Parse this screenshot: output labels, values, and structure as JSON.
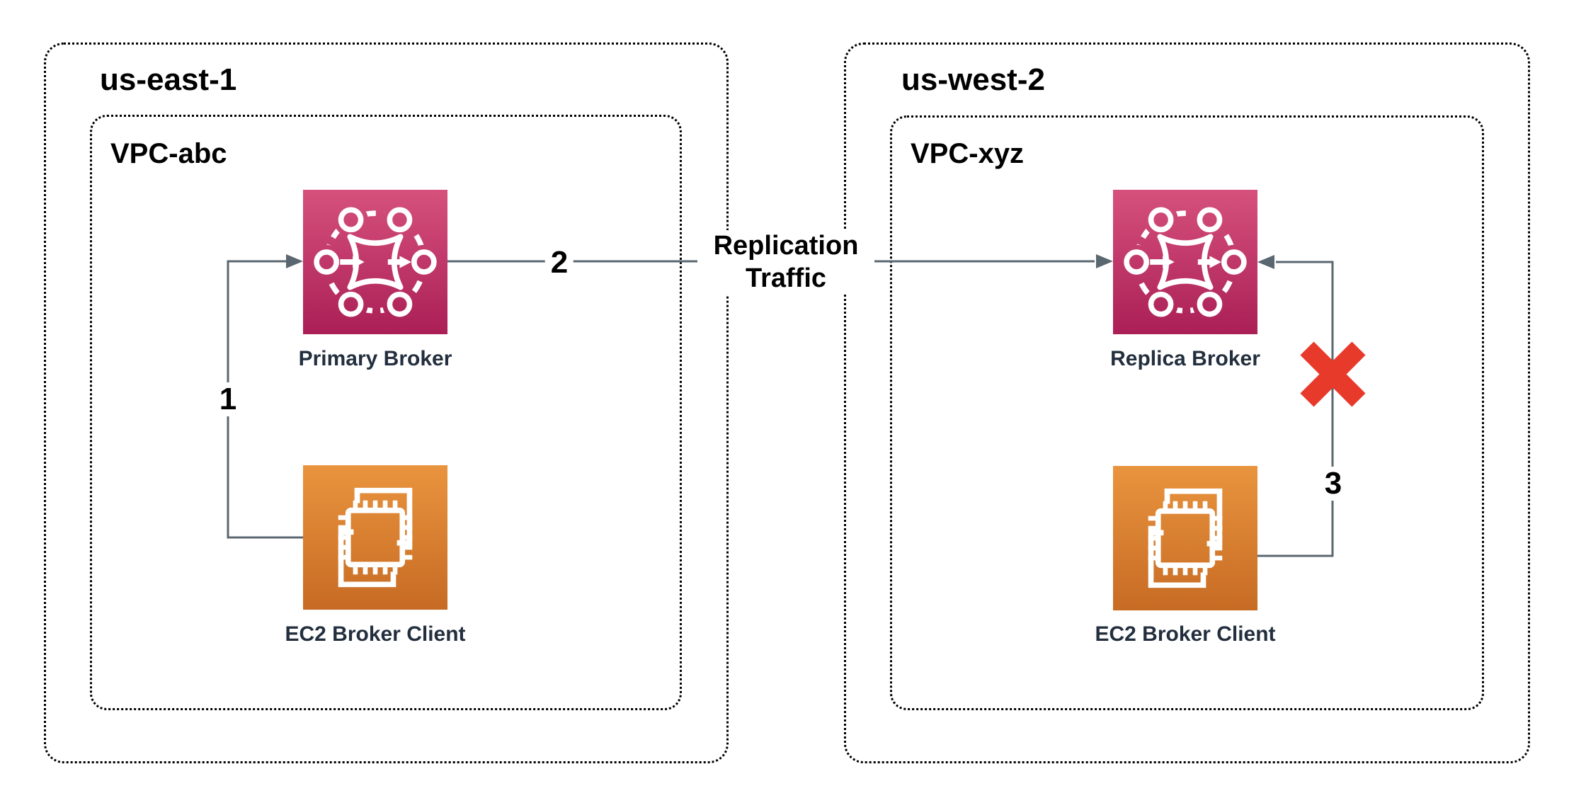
{
  "diagram": {
    "regions": [
      {
        "name": "us-east-1",
        "vpc_name": "VPC-abc"
      },
      {
        "name": "us-west-2",
        "vpc_name": "VPC-xyz"
      }
    ],
    "nodes": [
      {
        "id": "primary-broker",
        "label": "Primary Broker",
        "icon": "amazon-mq-broker-icon"
      },
      {
        "id": "ec2-client-east",
        "label": "EC2 Broker Client",
        "icon": "ec2-instance-icon"
      },
      {
        "id": "replica-broker",
        "label": "Replica Broker",
        "icon": "amazon-mq-broker-icon"
      },
      {
        "id": "ec2-client-west",
        "label": "EC2 Broker Client",
        "icon": "ec2-instance-icon"
      }
    ],
    "connections": [
      {
        "step": "1",
        "from": "ec2-client-east",
        "to": "primary-broker",
        "status": "allowed"
      },
      {
        "step": "2",
        "from": "primary-broker",
        "to": "replica-broker",
        "label": "Replication Traffic",
        "status": "allowed"
      },
      {
        "step": "3",
        "from": "ec2-client-west",
        "to": "replica-broker",
        "status": "blocked",
        "blocked_marker": "red-x-icon"
      }
    ],
    "colors": {
      "broker_gradient_top": "#d6517c",
      "broker_gradient_bottom": "#aa1f56",
      "ec2_gradient_top": "#e9943e",
      "ec2_gradient_bottom": "#c76b24",
      "wire": "#5b6770",
      "blocked_x": "#e83a2b",
      "node_label_text": "#232f3e",
      "border_dots": "#000000"
    }
  }
}
